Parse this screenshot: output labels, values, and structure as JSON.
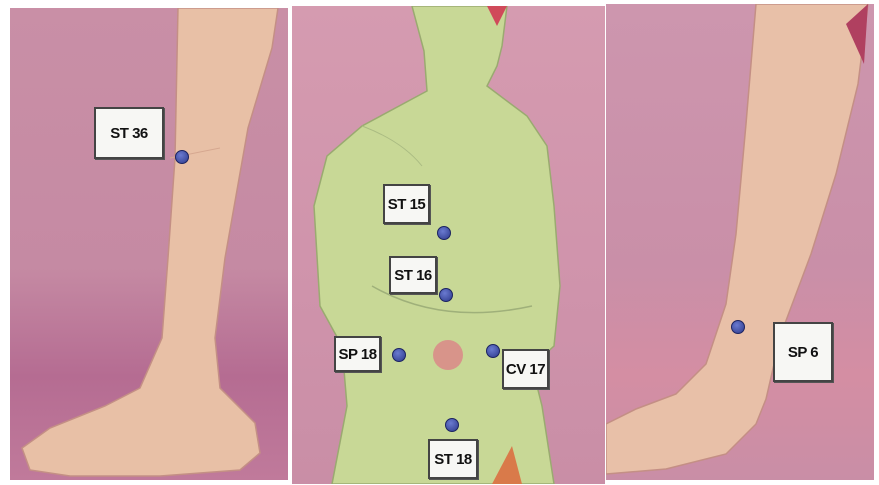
{
  "panels": {
    "left": {
      "point_label": "ST 36"
    },
    "middle": {
      "point_labels": [
        "ST 15",
        "ST 16",
        "SP 18",
        "CV 17",
        "ST 18"
      ]
    },
    "right": {
      "point_label": "SP 6"
    }
  },
  "colors": {
    "background": "#c98fa6",
    "skin": "#e8c3a6",
    "torso_skin": "#c8d896",
    "acupoint_dot": "#2d3a8c",
    "label_bg": "#f7f7f4"
  }
}
